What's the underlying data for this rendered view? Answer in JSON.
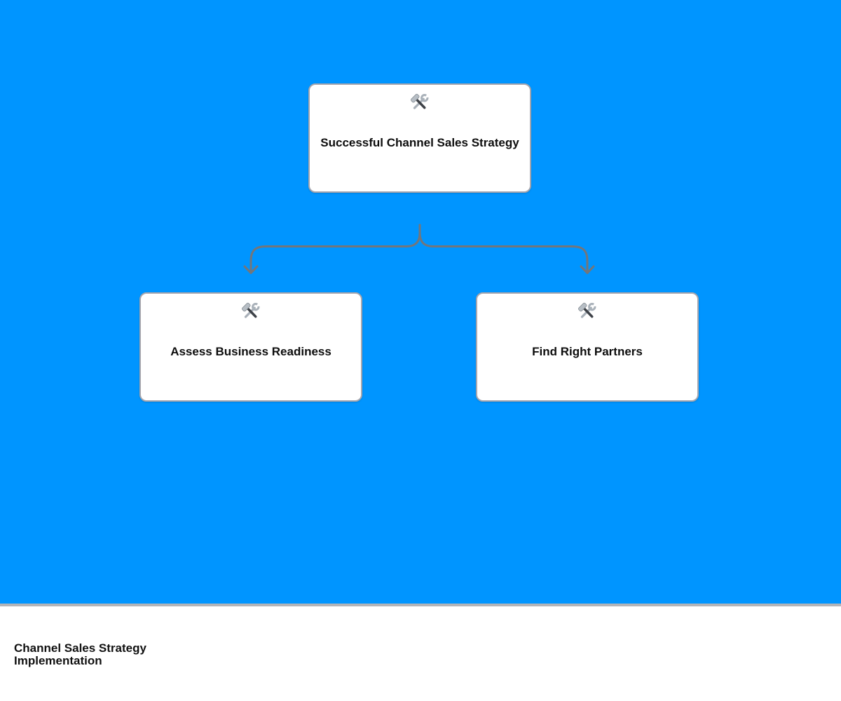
{
  "canvas": {
    "background_color": "#0095ff",
    "node_background": "#ffffff",
    "node_border_color": "#a6a6ae",
    "arrow_color": "#73767b",
    "divider_color": "#b2b4b8"
  },
  "diagram": {
    "type": "mindmap-tree",
    "root": {
      "icon": "hammer-and-wrench-icon",
      "label": "Successful Channel Sales Strategy"
    },
    "children": [
      {
        "icon": "hammer-and-wrench-icon",
        "label": "Assess Business Readiness"
      },
      {
        "icon": "hammer-and-wrench-icon",
        "label": "Find Right Partners"
      }
    ]
  },
  "footer": {
    "title": "Channel Sales Strategy Implementation"
  }
}
